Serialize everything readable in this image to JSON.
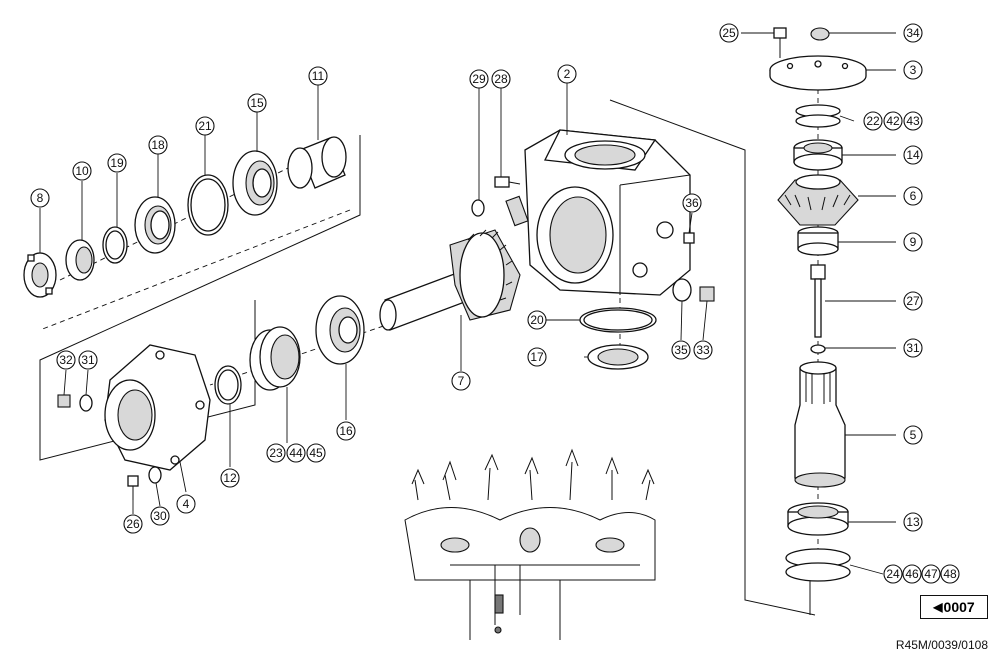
{
  "callouts": [
    "2",
    "3",
    "4",
    "5",
    "6",
    "7",
    "8",
    "9",
    "10",
    "11",
    "12",
    "13",
    "14",
    "15",
    "16",
    "17",
    "18",
    "19",
    "20",
    "21",
    "25",
    "26",
    "27",
    "28",
    "29",
    "30",
    "31",
    "31",
    "32",
    "33",
    "34",
    "35",
    "36",
    "22",
    "42",
    "43",
    "23",
    "44",
    "45",
    "24",
    "46",
    "47",
    "48"
  ],
  "page_ref": {
    "arrow": "◀",
    "label": "0007"
  },
  "drawing_code": "R45M/0039/0108"
}
